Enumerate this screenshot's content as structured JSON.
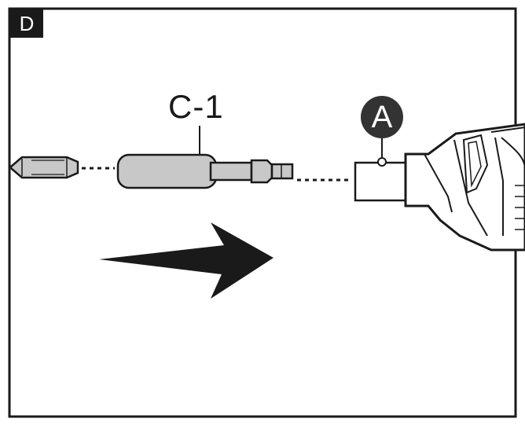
{
  "panel": {
    "label": "D"
  },
  "callouts": {
    "adapter": "C-1",
    "chuck": "A"
  },
  "colors": {
    "line": "#1a1a1a",
    "part_fill": "#c8c8c8",
    "arrow": "#1a1a1a",
    "callout_bg": "#333333"
  },
  "icons": {
    "direction": "arrow-right-icon"
  }
}
